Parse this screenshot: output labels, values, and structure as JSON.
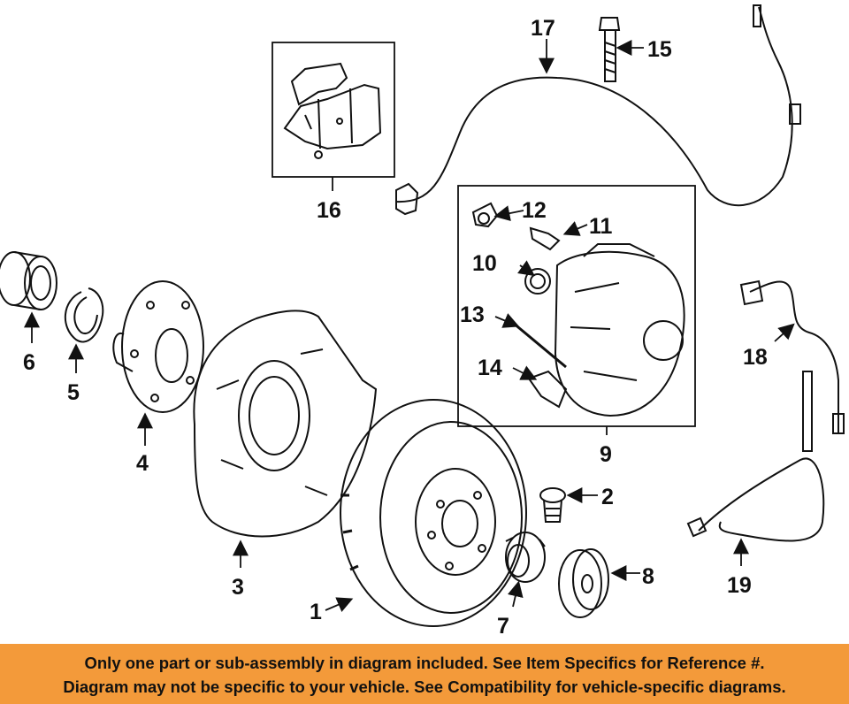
{
  "callouts": [
    {
      "id": "1",
      "part": "rotor"
    },
    {
      "id": "2",
      "part": "plug"
    },
    {
      "id": "3",
      "part": "dust-shield"
    },
    {
      "id": "4",
      "part": "hub"
    },
    {
      "id": "5",
      "part": "snap-ring"
    },
    {
      "id": "6",
      "part": "wheel-bearing"
    },
    {
      "id": "7",
      "part": "axle-nut"
    },
    {
      "id": "8",
      "part": "dust-cap"
    },
    {
      "id": "9",
      "part": "caliper-assembly"
    },
    {
      "id": "10",
      "part": "seal-ring"
    },
    {
      "id": "11",
      "part": "guide-pin"
    },
    {
      "id": "12",
      "part": "bleeder-cap"
    },
    {
      "id": "13",
      "part": "pin"
    },
    {
      "id": "14",
      "part": "clip"
    },
    {
      "id": "15",
      "part": "bolt"
    },
    {
      "id": "16",
      "part": "brake-pads"
    },
    {
      "id": "17",
      "part": "wear-sensor-wire"
    },
    {
      "id": "18",
      "part": "speed-sensor-harness"
    },
    {
      "id": "19",
      "part": "abs-sensor"
    }
  ],
  "notice": {
    "line1": "Only one part or sub-assembly in diagram included. See Item Specifics for Reference #.",
    "line2": "Diagram may not be specific to your vehicle. See Compatibility for vehicle-specific diagrams."
  },
  "colors": {
    "banner": "#f39a3a",
    "ink": "#111111"
  }
}
